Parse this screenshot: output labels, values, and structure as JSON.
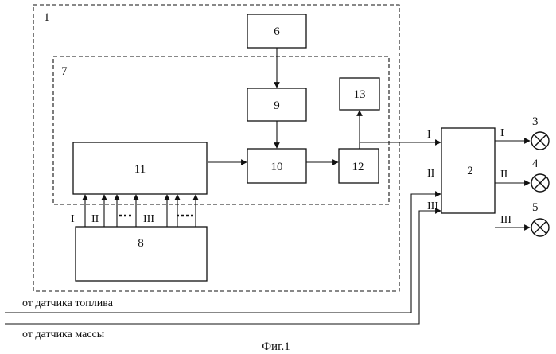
{
  "labels": {
    "outer_block": "1",
    "inner_block": "7",
    "block_2": "2",
    "block_6": "6",
    "block_8": "8",
    "block_9": "9",
    "block_10": "10",
    "block_11": "11",
    "block_12": "12",
    "block_13": "13",
    "lamp_3": "3",
    "lamp_4": "4",
    "lamp_5": "5",
    "bus_i": "I",
    "bus_ii": "II",
    "bus_iii": "III",
    "in2_i": "I",
    "in2_ii": "II",
    "in2_iii": "III",
    "out2_i": "I",
    "out2_ii": "II",
    "out2_iii": "III"
  },
  "inputs": {
    "fuel_sensor": "от датчика топлива",
    "mass_sensor": "от датчика массы"
  },
  "caption": "Фиг.1"
}
